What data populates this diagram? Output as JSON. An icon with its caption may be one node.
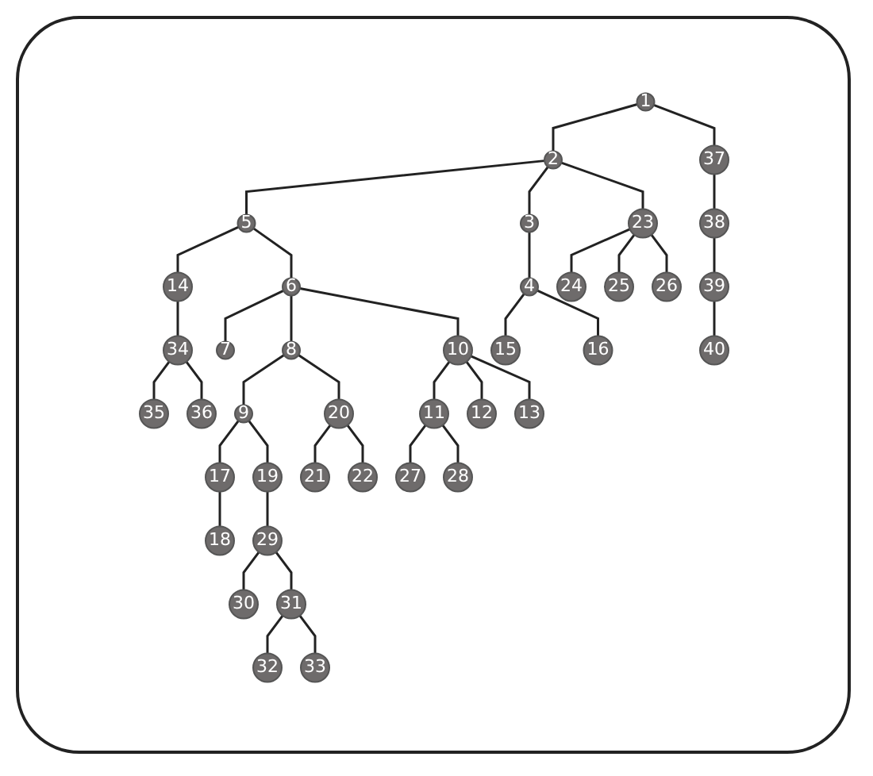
{
  "diagram": {
    "nodes": [
      {
        "text": [
          "1"
        ]
      },
      {
        "text": [
          "2"
        ]
      },
      {
        "text": [
          "3"
        ]
      },
      {
        "text": [
          "4"
        ]
      },
      {
        "text": [
          "5"
        ]
      },
      {
        "text": [
          "6"
        ]
      },
      {
        "text": [
          "7"
        ]
      },
      {
        "text": [
          "8"
        ]
      },
      {
        "text": [
          "9"
        ]
      },
      {
        "text": [
          "10"
        ]
      },
      {
        "text": [
          "11"
        ]
      },
      {
        "text": [
          "12"
        ]
      },
      {
        "text": [
          "13"
        ]
      },
      {
        "text": [
          "14"
        ]
      },
      {
        "text": [
          "15"
        ]
      },
      {
        "text": [
          "16"
        ]
      },
      {
        "text": [
          "17"
        ]
      },
      {
        "text": [
          "18"
        ]
      },
      {
        "text": [
          "19"
        ]
      },
      {
        "text": [
          "20"
        ]
      },
      {
        "text": [
          "21"
        ]
      },
      {
        "text": [
          "22"
        ]
      },
      {
        "text": [
          "23"
        ]
      },
      {
        "text": [
          "24"
        ]
      },
      {
        "text": [
          "25"
        ]
      },
      {
        "text": [
          "26"
        ]
      },
      {
        "text": [
          "27"
        ]
      },
      {
        "text": [
          "28"
        ]
      },
      {
        "text": [
          "29"
        ]
      },
      {
        "text": [
          "30"
        ]
      },
      {
        "text": [
          "31"
        ]
      },
      {
        "text": [
          "32"
        ]
      },
      {
        "text": [
          "33"
        ]
      },
      {
        "text": [
          "34"
        ]
      },
      {
        "text": [
          "35"
        ]
      },
      {
        "text": [
          "36"
        ]
      },
      {
        "text": [
          "37"
        ]
      },
      {
        "text": [
          "38"
        ]
      },
      {
        "text": [
          "39"
        ]
      },
      {
        "text": [
          "40"
        ]
      }
    ],
    "edges": [
      {
        "from": 0,
        "to": 1,
        "arrow": "none"
      },
      {
        "from": 0,
        "to": 36,
        "arrow": "none"
      },
      {
        "from": 36,
        "to": 37,
        "arrow": "none"
      },
      {
        "from": 37,
        "to": 38,
        "arrow": "none"
      },
      {
        "from": 38,
        "to": 39,
        "arrow": "none"
      },
      {
        "from": 1,
        "to": 4,
        "arrow": "none"
      },
      {
        "from": 1,
        "to": 2,
        "arrow": "none"
      },
      {
        "from": 1,
        "to": 22,
        "arrow": "none"
      },
      {
        "from": 2,
        "to": 3,
        "arrow": "none"
      },
      {
        "from": 3,
        "to": 14,
        "arrow": "none"
      },
      {
        "from": 3,
        "to": 15,
        "arrow": "none"
      },
      {
        "from": 22,
        "to": 23,
        "arrow": "none"
      },
      {
        "from": 22,
        "to": 24,
        "arrow": "none"
      },
      {
        "from": 22,
        "to": 25,
        "arrow": "none"
      },
      {
        "from": 4,
        "to": 13,
        "arrow": "none"
      },
      {
        "from": 4,
        "to": 5,
        "arrow": "none"
      },
      {
        "from": 13,
        "to": 33,
        "arrow": "none"
      },
      {
        "from": 33,
        "to": 34,
        "arrow": "none"
      },
      {
        "from": 33,
        "to": 35,
        "arrow": "none"
      },
      {
        "from": 5,
        "to": 6,
        "arrow": "none"
      },
      {
        "from": 5,
        "to": 7,
        "arrow": "none"
      },
      {
        "from": 5,
        "to": 9,
        "arrow": "none"
      },
      {
        "from": 7,
        "to": 8,
        "arrow": "none"
      },
      {
        "from": 7,
        "to": 19,
        "arrow": "none"
      },
      {
        "from": 19,
        "to": 20,
        "arrow": "none"
      },
      {
        "from": 19,
        "to": 21,
        "arrow": "none"
      },
      {
        "from": 9,
        "to": 10,
        "arrow": "none"
      },
      {
        "from": 9,
        "to": 11,
        "arrow": "none"
      },
      {
        "from": 9,
        "to": 12,
        "arrow": "none"
      },
      {
        "from": 10,
        "to": 26,
        "arrow": "none"
      },
      {
        "from": 10,
        "to": 27,
        "arrow": "none"
      },
      {
        "from": 8,
        "to": 16,
        "arrow": "none"
      },
      {
        "from": 8,
        "to": 18,
        "arrow": "none"
      },
      {
        "from": 16,
        "to": 17,
        "arrow": "none"
      },
      {
        "from": 18,
        "to": 28,
        "arrow": "none"
      },
      {
        "from": 28,
        "to": 29,
        "arrow": "none"
      },
      {
        "from": 28,
        "to": 30,
        "arrow": "none"
      },
      {
        "from": 30,
        "to": 31,
        "arrow": "none"
      },
      {
        "from": 30,
        "to": 32,
        "arrow": "none"
      }
    ]
  }
}
